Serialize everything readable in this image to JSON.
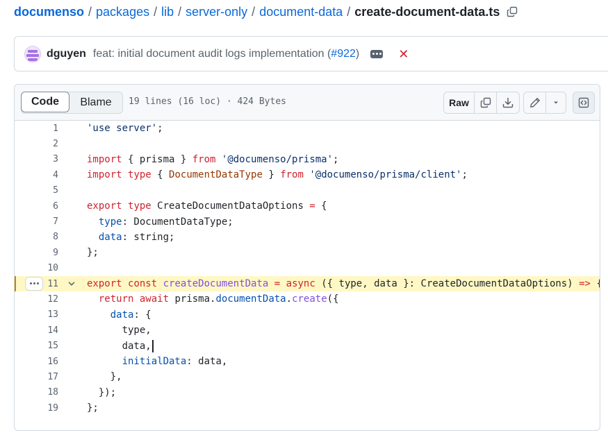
{
  "breadcrumb": {
    "repo": "documenso",
    "dirs": [
      "packages",
      "lib",
      "server-only",
      "document-data"
    ],
    "file": "create-document-data.ts",
    "separator": "/"
  },
  "commit": {
    "author": "dguyen",
    "message": "feat: initial document audit logs implementation (",
    "pr": "#922",
    "message_end": ")"
  },
  "file_header": {
    "tabs": {
      "code": "Code",
      "blame": "Blame"
    },
    "info": "19 lines (16 loc) · 424 Bytes",
    "raw_label": "Raw"
  },
  "code": {
    "active_line": 11,
    "lines": [
      {
        "n": "1",
        "text": "'use server';"
      },
      {
        "n": "2",
        "text": ""
      },
      {
        "n": "3",
        "text": "import { prisma } from '@documenso/prisma';"
      },
      {
        "n": "4",
        "text": "import type { DocumentDataType } from '@documenso/prisma/client';"
      },
      {
        "n": "5",
        "text": ""
      },
      {
        "n": "6",
        "text": "export type CreateDocumentDataOptions = {"
      },
      {
        "n": "7",
        "text": "  type: DocumentDataType;"
      },
      {
        "n": "8",
        "text": "  data: string;"
      },
      {
        "n": "9",
        "text": "};"
      },
      {
        "n": "10",
        "text": ""
      },
      {
        "n": "11",
        "text": "export const createDocumentData = async ({ type, data }: CreateDocumentDataOptions) => {"
      },
      {
        "n": "12",
        "text": "  return await prisma.documentData.create({"
      },
      {
        "n": "13",
        "text": "    data: {"
      },
      {
        "n": "14",
        "text": "      type,"
      },
      {
        "n": "15",
        "text": "      data,"
      },
      {
        "n": "16",
        "text": "      initialData: data,"
      },
      {
        "n": "17",
        "text": "    },"
      },
      {
        "n": "18",
        "text": "  });"
      },
      {
        "n": "19",
        "text": "};"
      }
    ]
  },
  "icons": {
    "copy_path": "copy-icon",
    "commit_more": "kebab-horizontal-icon",
    "commit_status": "x-icon",
    "copy_raw": "copy-icon",
    "download": "download-icon",
    "edit": "pencil-icon",
    "dropdown": "triangle-down-icon",
    "symbols": "code-square-icon",
    "line_menu": "kebab-horizontal-icon",
    "fold": "chevron-down-icon"
  },
  "colors": {
    "link": "#0969da",
    "keyword": "#cf222e",
    "string": "#0a3069",
    "type": "#953800",
    "function": "#8250df",
    "constant": "#0550ae",
    "highlight": "#fff8c5",
    "status_fail": "#d1242f"
  }
}
